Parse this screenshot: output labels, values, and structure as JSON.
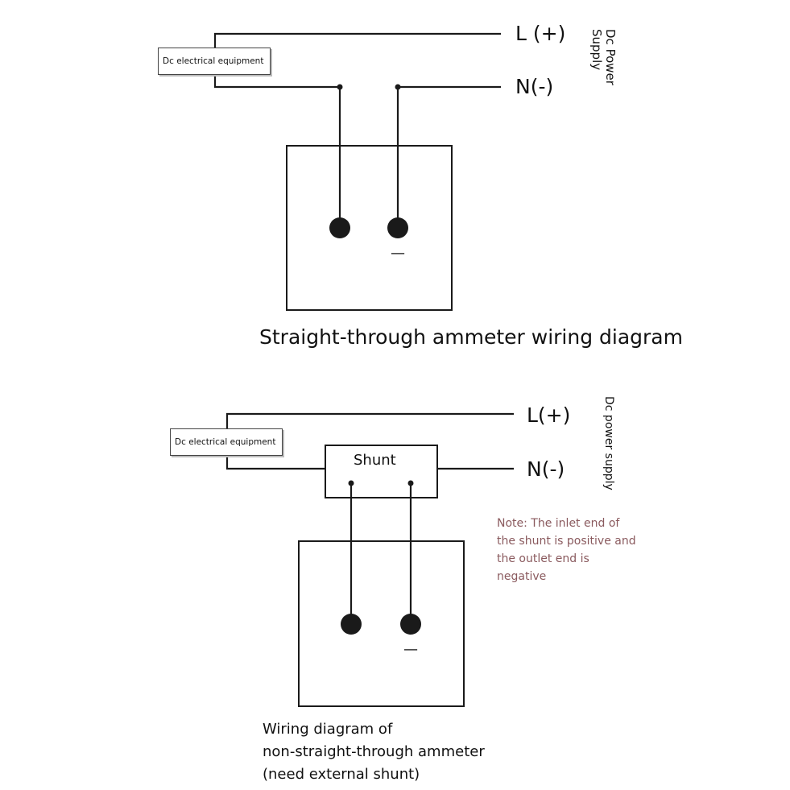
{
  "diagram1": {
    "equipment_label": "Dc electrical equipment",
    "l_label": "L (+)",
    "n_label": "N(-)",
    "supply_label": "Dc Power Supply",
    "minus_mark": "—",
    "title": "Straight-through ammeter wiring diagram"
  },
  "diagram2": {
    "equipment_label": "Dc electrical equipment",
    "l_label": "L(+)",
    "n_label": "N(-)",
    "supply_label": "Dc power supply",
    "shunt_label": "Shunt",
    "minus_mark": "—",
    "note": "Note: The inlet end of the shunt is positive and the outlet end is negative",
    "title_lines": [
      "Wiring diagram of",
      "non-straight-through ammeter",
      "(need external shunt)"
    ]
  },
  "colors": {
    "line": "#1a1a1a",
    "note_text": "#8a5a5e"
  }
}
